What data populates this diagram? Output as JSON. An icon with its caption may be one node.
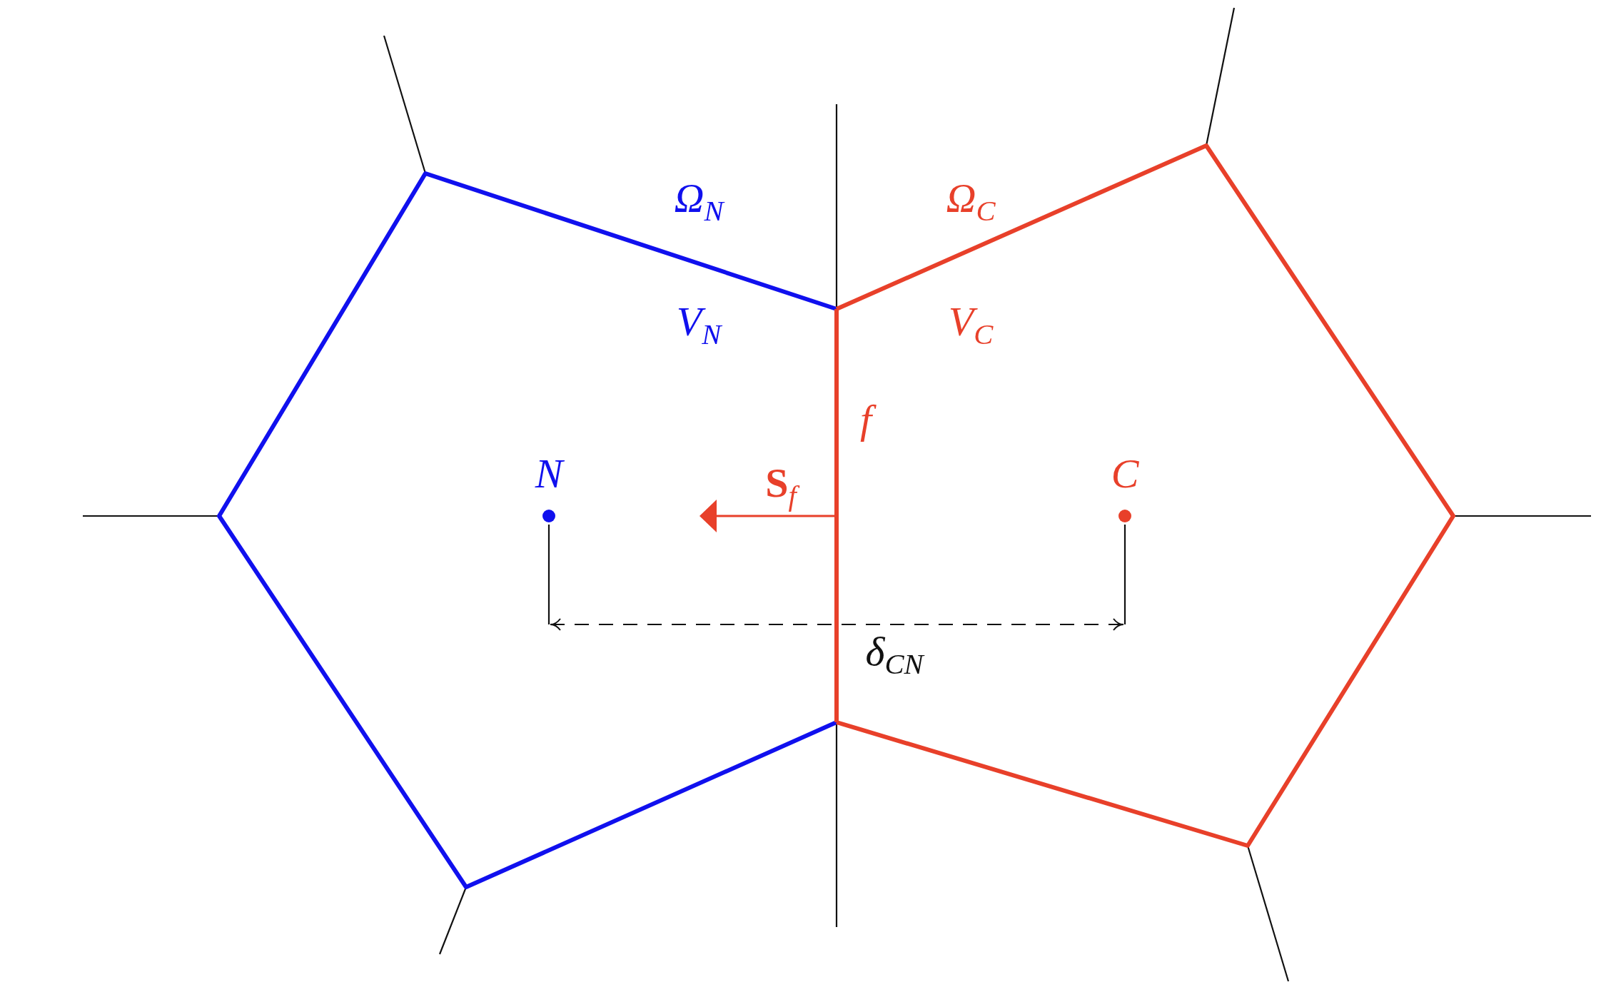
{
  "diagram": {
    "labels": [
      "Ω$_{N}$",
      "Ω$_{C}$",
      "V$_{N}$",
      "V$_{C}$",
      "f",
      "N",
      "C",
      "**S**$_{f}$",
      "δ$_{CN}$"
    ]
  }
}
